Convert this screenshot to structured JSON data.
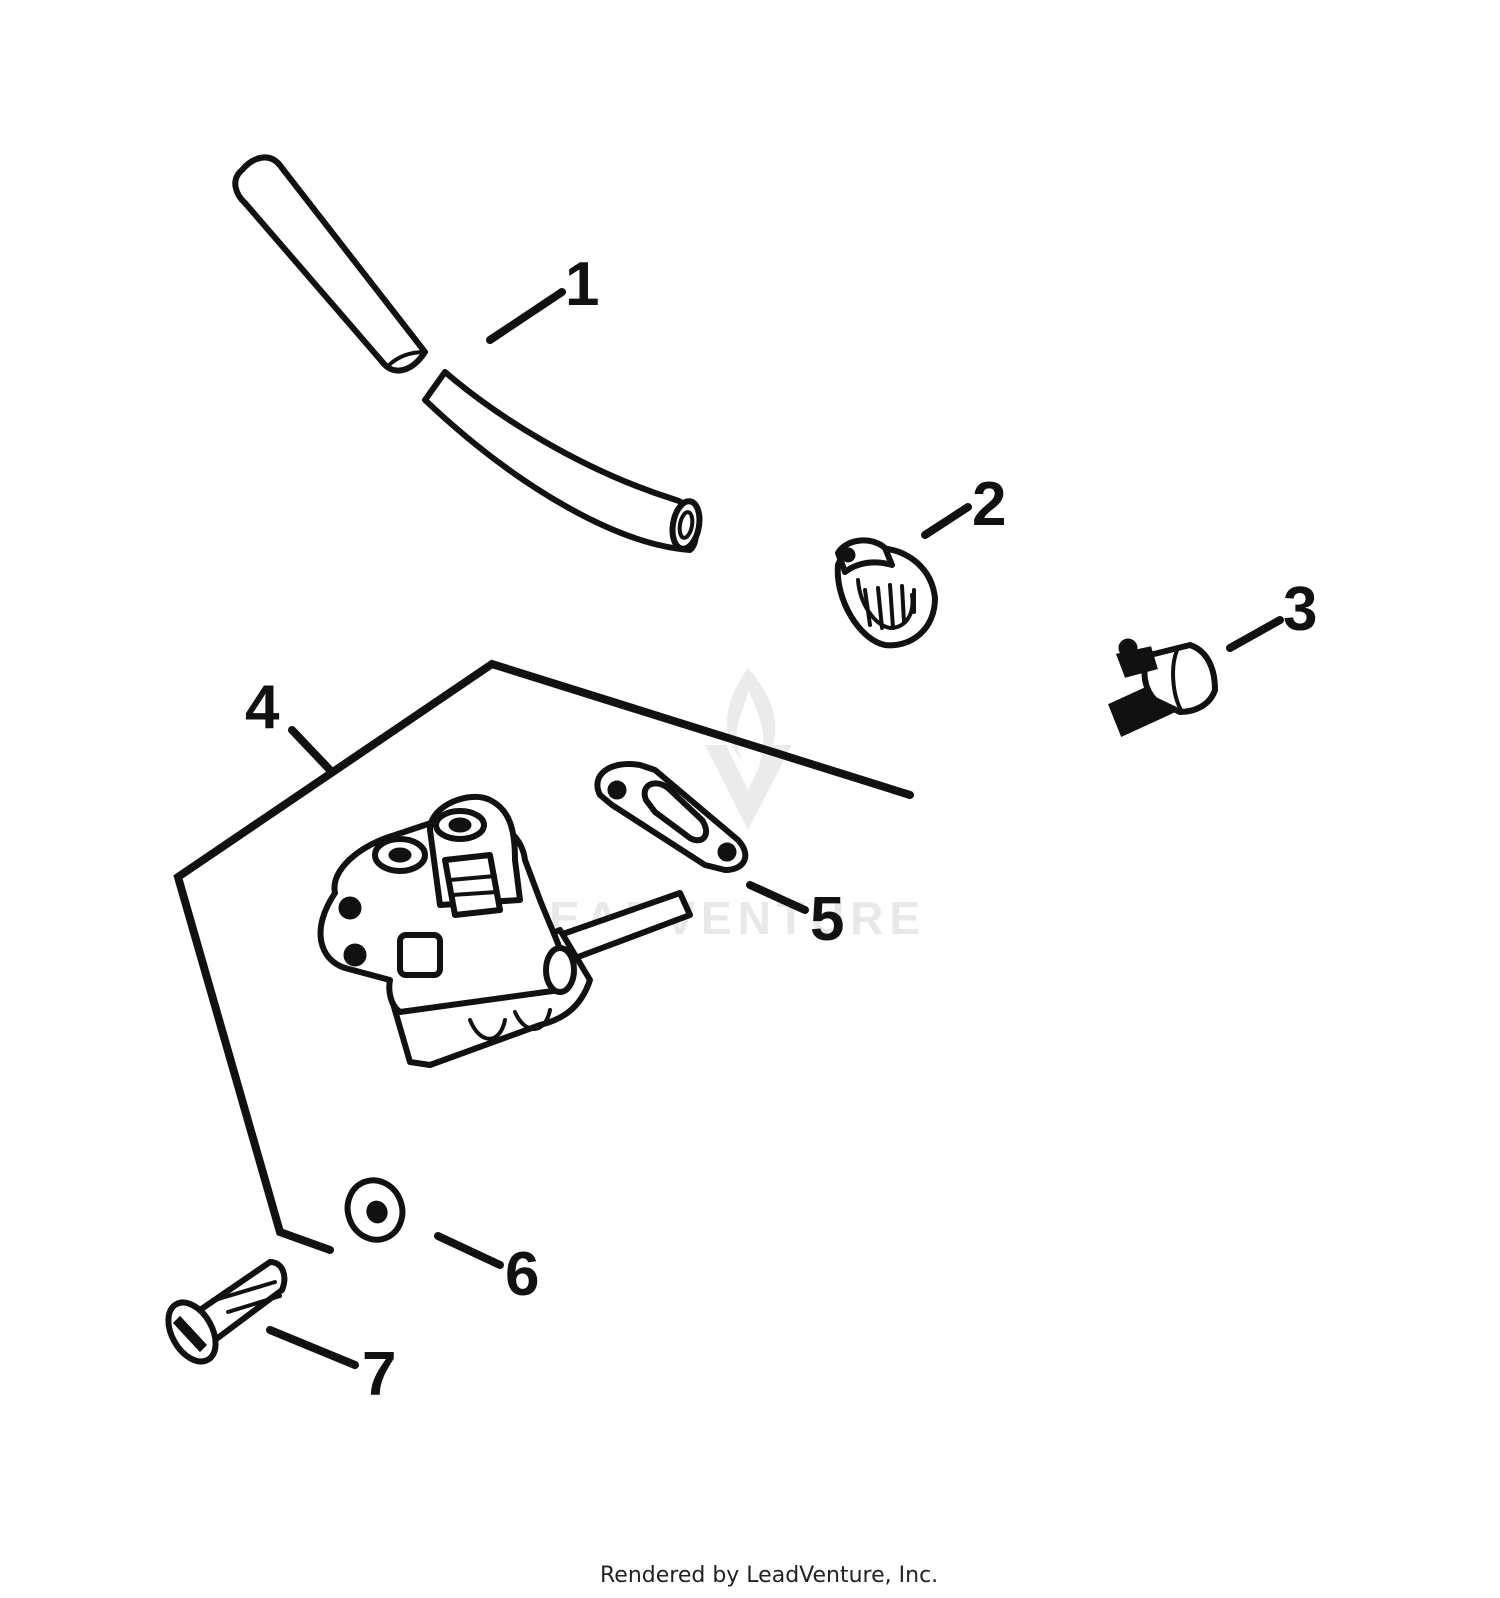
{
  "callouts": [
    {
      "id": "1",
      "label": "1"
    },
    {
      "id": "2",
      "label": "2"
    },
    {
      "id": "3",
      "label": "3"
    },
    {
      "id": "4",
      "label": "4"
    },
    {
      "id": "5",
      "label": "5"
    },
    {
      "id": "6",
      "label": "6"
    },
    {
      "id": "7",
      "label": "7"
    }
  ],
  "watermark": {
    "text": "LEADVENTURE"
  },
  "footer": {
    "text": "Rendered by LeadVenture, Inc."
  }
}
